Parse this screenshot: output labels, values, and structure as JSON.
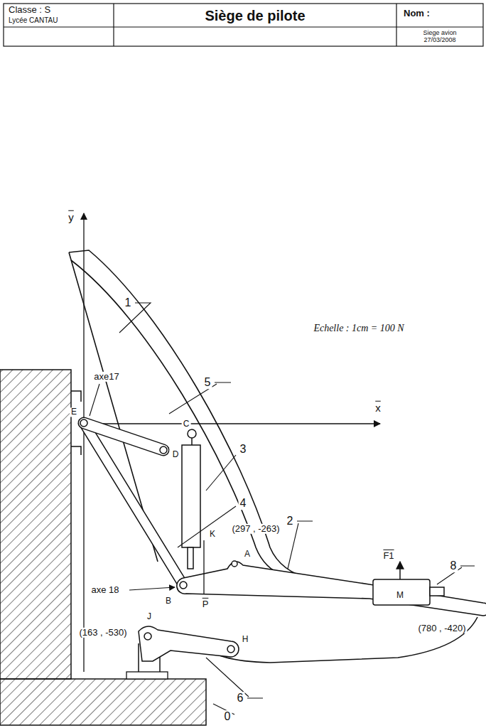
{
  "diagram": {
    "title": "Siège de pilote",
    "labels": [
      "Classe : S",
      "Lycée CANTAU",
      "Nom :",
      "Siege avion 27/03/2008",
      "y",
      "Echelle : 1cm = 100 N",
      "1",
      "axe17",
      "5",
      "x",
      "E",
      "C",
      "D",
      "3",
      "4",
      "K",
      "(297 , -263)",
      "A",
      "2",
      "F1",
      "8",
      "M",
      "axe 18",
      "B",
      "P",
      "(780 , -420)",
      "(163 , -530)",
      "J",
      "H",
      "6",
      "0"
    ]
  }
}
